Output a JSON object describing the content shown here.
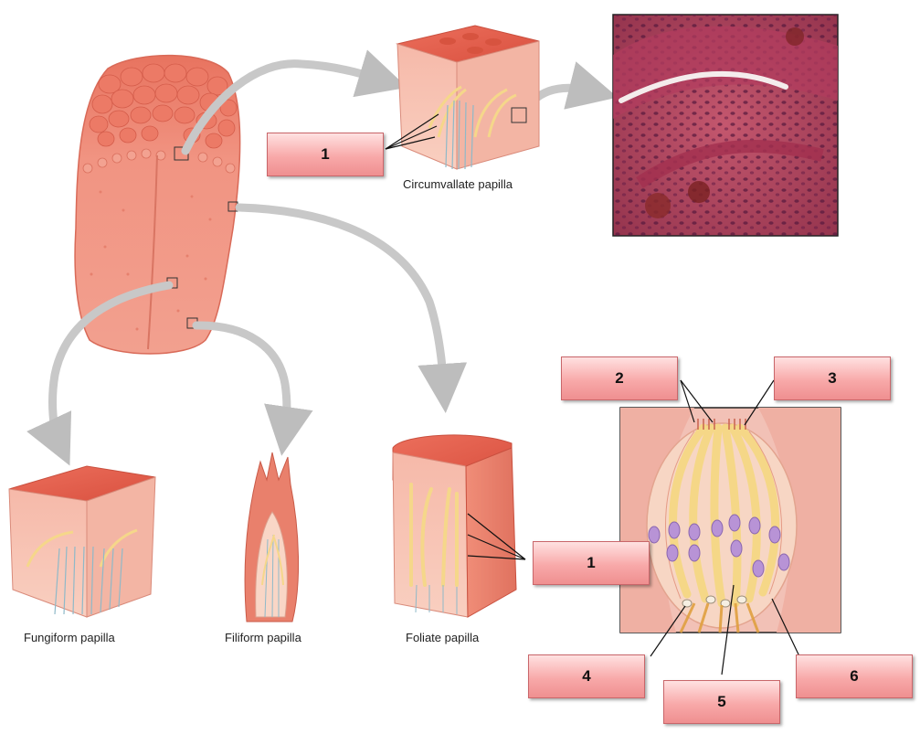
{
  "captions": {
    "circumvallate": "Circumvallate papilla",
    "fungiform": "Fungiform papilla",
    "filiform": "Filiform papilla",
    "foliate": "Foliate papilla"
  },
  "label_boxes": {
    "top_1": "1",
    "mid_1": "1",
    "two": "2",
    "three": "3",
    "four": "4",
    "five": "5",
    "six": "6"
  }
}
